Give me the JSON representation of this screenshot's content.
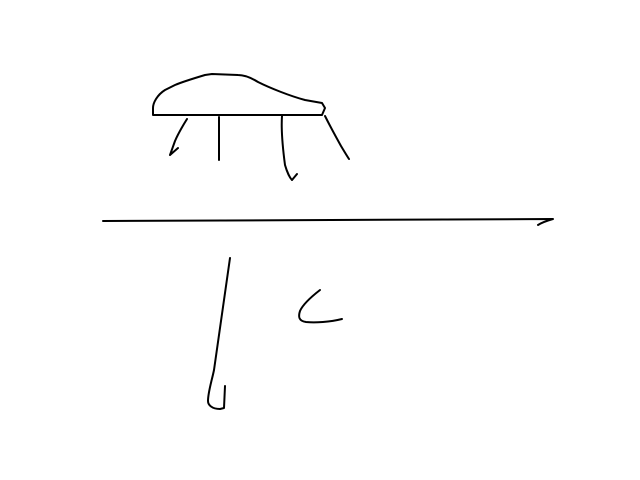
{
  "canvas": {
    "background_color": "#ffffff",
    "stroke_color": "#000000"
  },
  "strokes": [
    "table-top-outline",
    "table-leg-front-left",
    "table-leg-inner-left",
    "table-leg-inner-right",
    "table-leg-front-right",
    "horizontal-line",
    "vertical-hook-stroke",
    "small-curve-stroke"
  ]
}
